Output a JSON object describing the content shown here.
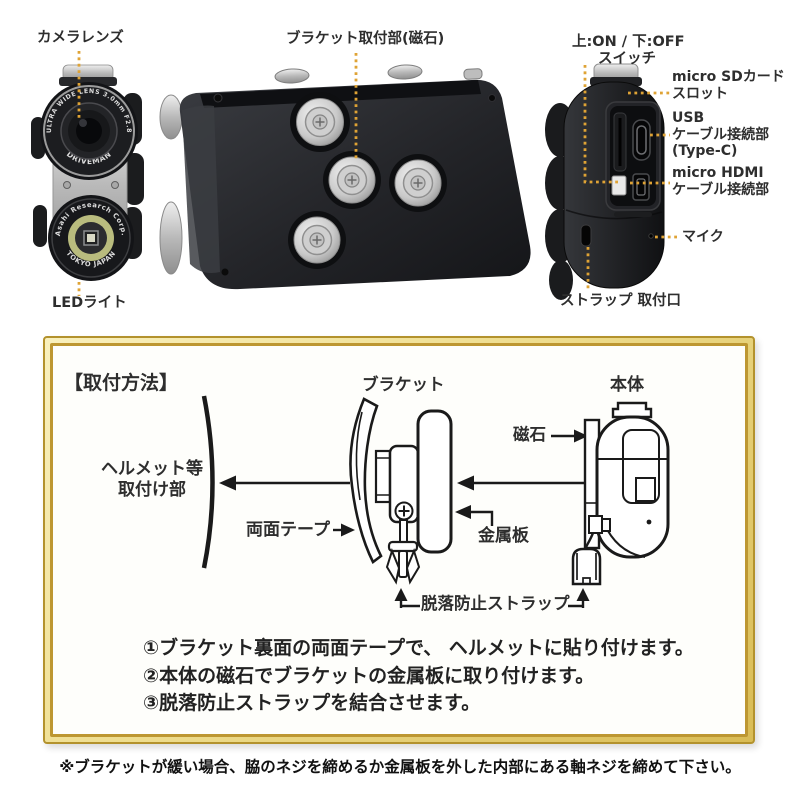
{
  "colors": {
    "leader": "#dfa335",
    "ink": "#2e2e2e",
    "frame_gold": "#c9a436"
  },
  "top_labels": {
    "camera_lens": "カメラレンズ",
    "bracket_mount": "ブラケット取付部(磁石)",
    "switch_line1": "上:ON / 下:OFF",
    "switch_line2": "スイッチ",
    "sd_line1": "micro SDカード",
    "sd_line2": "スロット",
    "usb_line1": "USB",
    "usb_line2": "ケーブル接続部",
    "usb_line3": "(Type-C)",
    "hdmi_line1": "micro HDMI",
    "hdmi_line2": "ケーブル接続部",
    "mic": "マイク",
    "strap_port": "ストラップ 取付口",
    "led_light": "LEDライト"
  },
  "device_markings": {
    "lens_ring": "ULTRA WIDE LENS 3.0mm F2.8",
    "brand": "DRIVEMAN",
    "led_ring_top": "Asahi Research Corp.",
    "led_ring_bottom": "TOKYO JAPAN"
  },
  "install_guide": {
    "title": "【取付方法】",
    "labels": {
      "bracket": "ブラケット",
      "main_unit": "本体",
      "magnet": "磁石",
      "helmet_line1": "ヘルメット等",
      "helmet_line2": "取付け部",
      "double_sided_tape": "両面テープ",
      "metal_plate": "金属板",
      "fall_prevention_strap": "脱落防止ストラップ"
    },
    "steps": [
      "①ブラケット裏面の両面テープで、 ヘルメットに貼り付けます。",
      "②本体の磁石でブラケットの金属板に取り付けます。",
      "③脱落防止ストラップを結合させます。"
    ]
  },
  "footnote": "※ブラケットが緩い場合、脇のネジを締めるか金属板を外した内部にある軸ネジを締めて下さい。"
}
